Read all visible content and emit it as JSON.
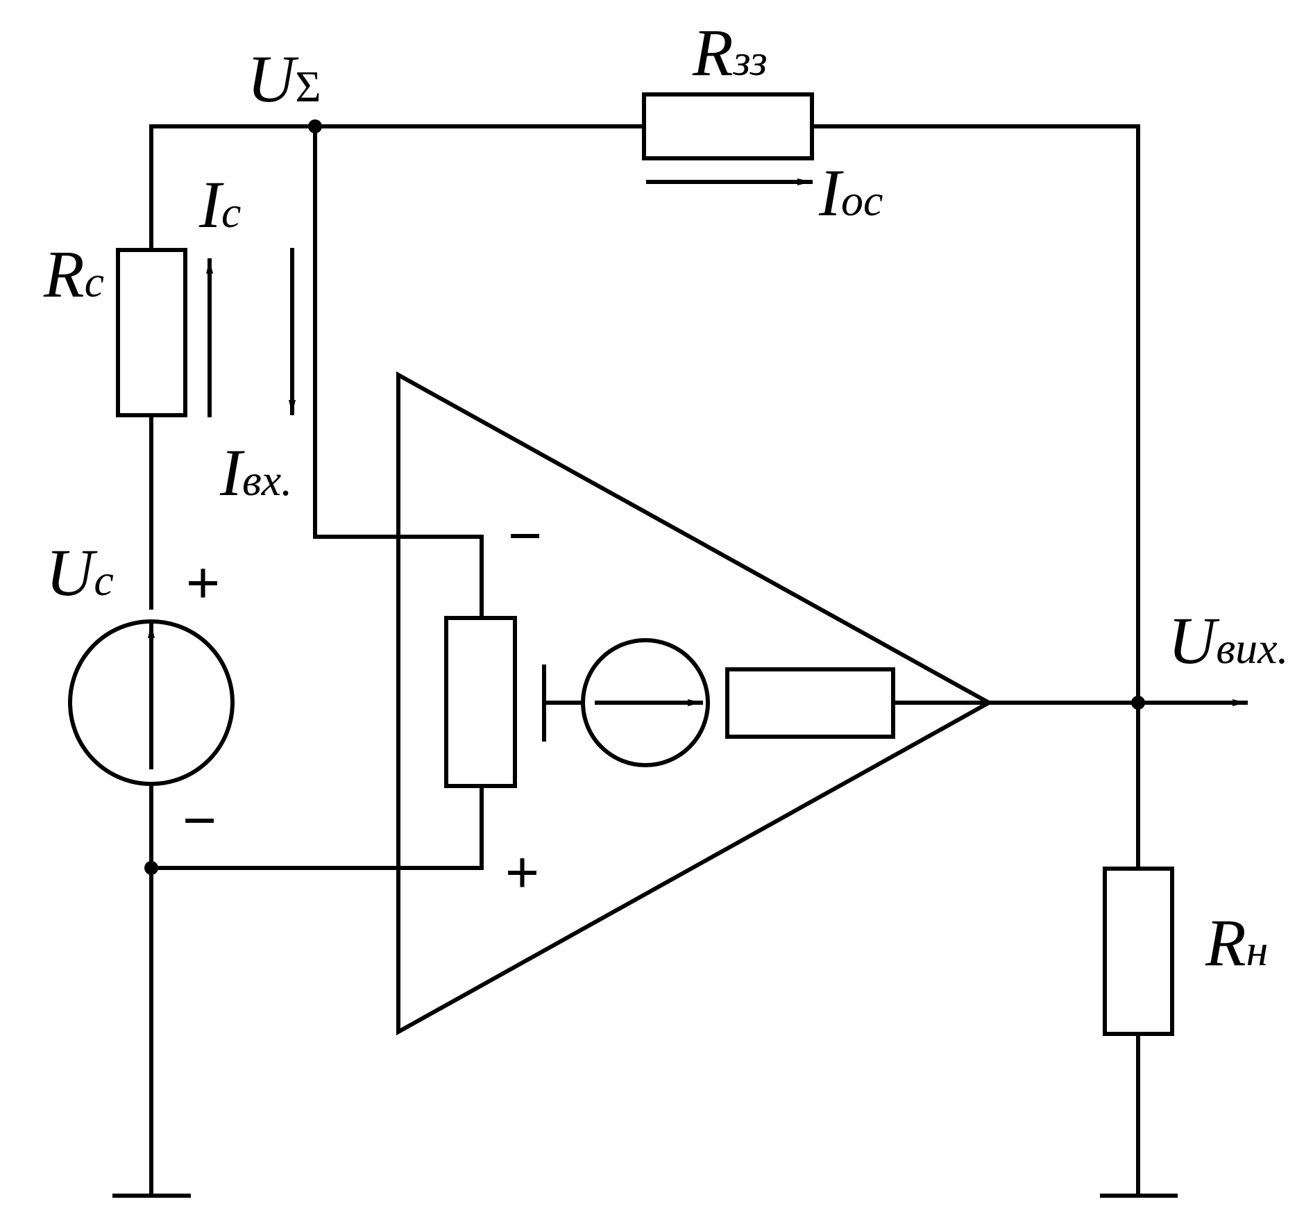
{
  "labels": {
    "u_sum": {
      "main": "U",
      "sub": "Σ"
    },
    "r_feedback": {
      "main": "R",
      "sub": "зз"
    },
    "i_feedback": {
      "main": "I",
      "sub": "ос"
    },
    "i_source": {
      "main": "I",
      "sub": "с"
    },
    "r_source": {
      "main": "R",
      "sub": "с"
    },
    "i_input": {
      "main": "I",
      "sub": "вх."
    },
    "u_source": {
      "main": "U",
      "sub": "с"
    },
    "u_output": {
      "main": "U",
      "sub": "вих."
    },
    "r_load": {
      "main": "R",
      "sub": "н"
    }
  },
  "signs": {
    "source_plus": "+",
    "source_minus": "−",
    "opamp_inverting": "−",
    "opamp_noninverting": "+"
  }
}
